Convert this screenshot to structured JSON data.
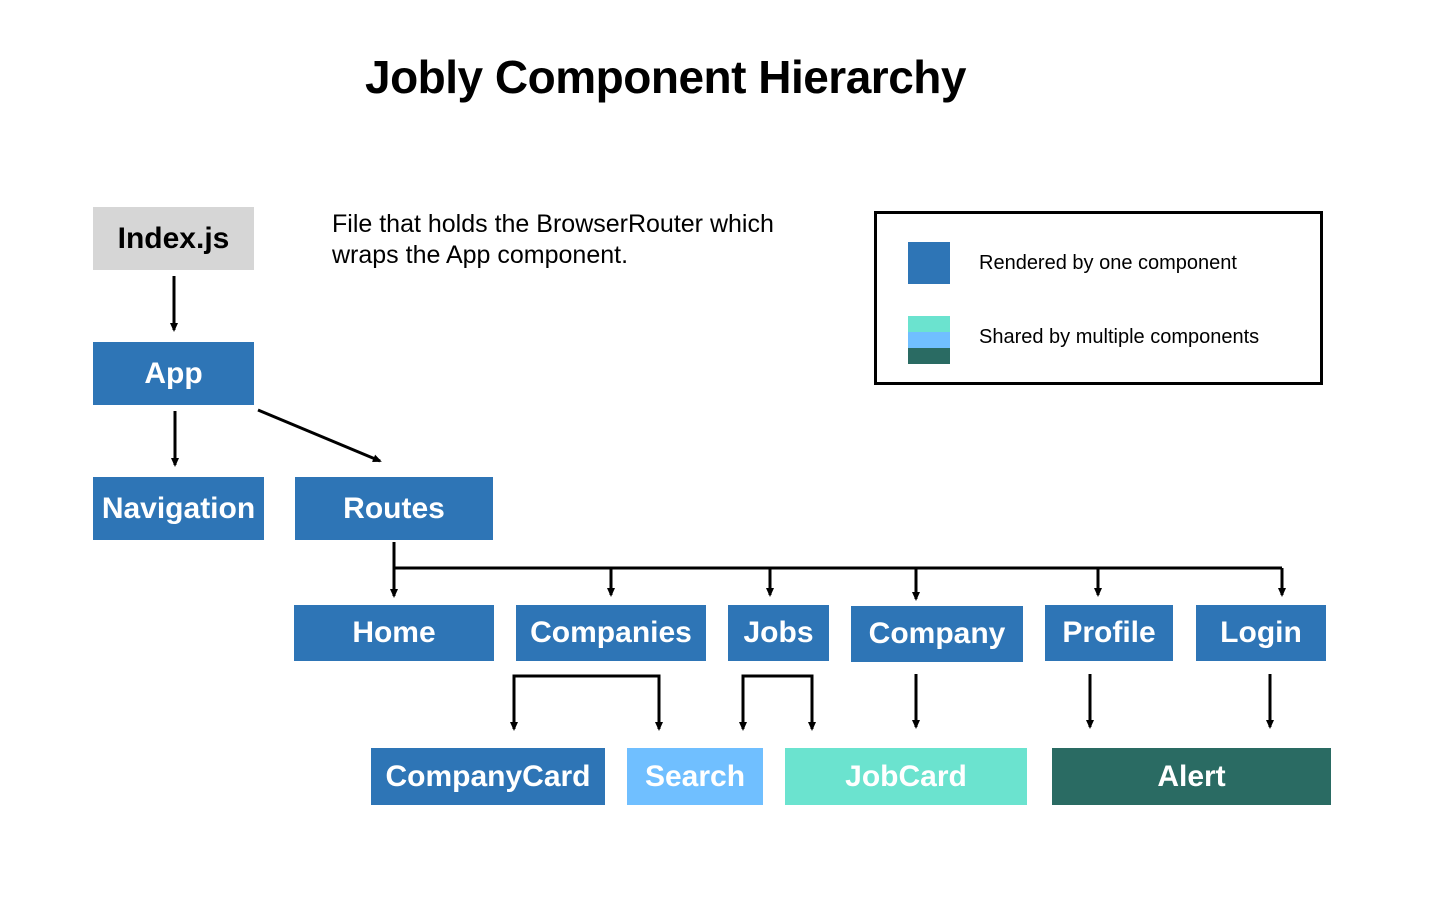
{
  "title": "Jobly Component Hierarchy",
  "note": "File that holds the BrowserRouter which wraps the App component.",
  "colors": {
    "primary": "#2e75b6",
    "search": "#70bfff",
    "jobcard": "#6be3cf",
    "alert": "#2a6b63",
    "entry": "#d6d6d6"
  },
  "nodes": {
    "index": "Index.js",
    "app": "App",
    "navigation": "Navigation",
    "routes": "Routes",
    "home": "Home",
    "companies": "Companies",
    "jobs": "Jobs",
    "company": "Company",
    "profile": "Profile",
    "login": "Login",
    "companycard": "CompanyCard",
    "search": "Search",
    "jobcard": "JobCard",
    "alert": "Alert"
  },
  "legend": {
    "single": "Rendered by one component",
    "shared": "Shared by multiple components"
  },
  "edges": [
    [
      "index",
      "app"
    ],
    [
      "app",
      "navigation"
    ],
    [
      "app",
      "routes"
    ],
    [
      "routes",
      "home"
    ],
    [
      "routes",
      "companies"
    ],
    [
      "routes",
      "jobs"
    ],
    [
      "routes",
      "company"
    ],
    [
      "routes",
      "profile"
    ],
    [
      "routes",
      "login"
    ],
    [
      "companies",
      "companycard"
    ],
    [
      "companies",
      "search"
    ],
    [
      "jobs",
      "search"
    ],
    [
      "jobs",
      "jobcard"
    ],
    [
      "company",
      "jobcard"
    ],
    [
      "profile",
      "alert"
    ],
    [
      "login",
      "alert"
    ]
  ]
}
